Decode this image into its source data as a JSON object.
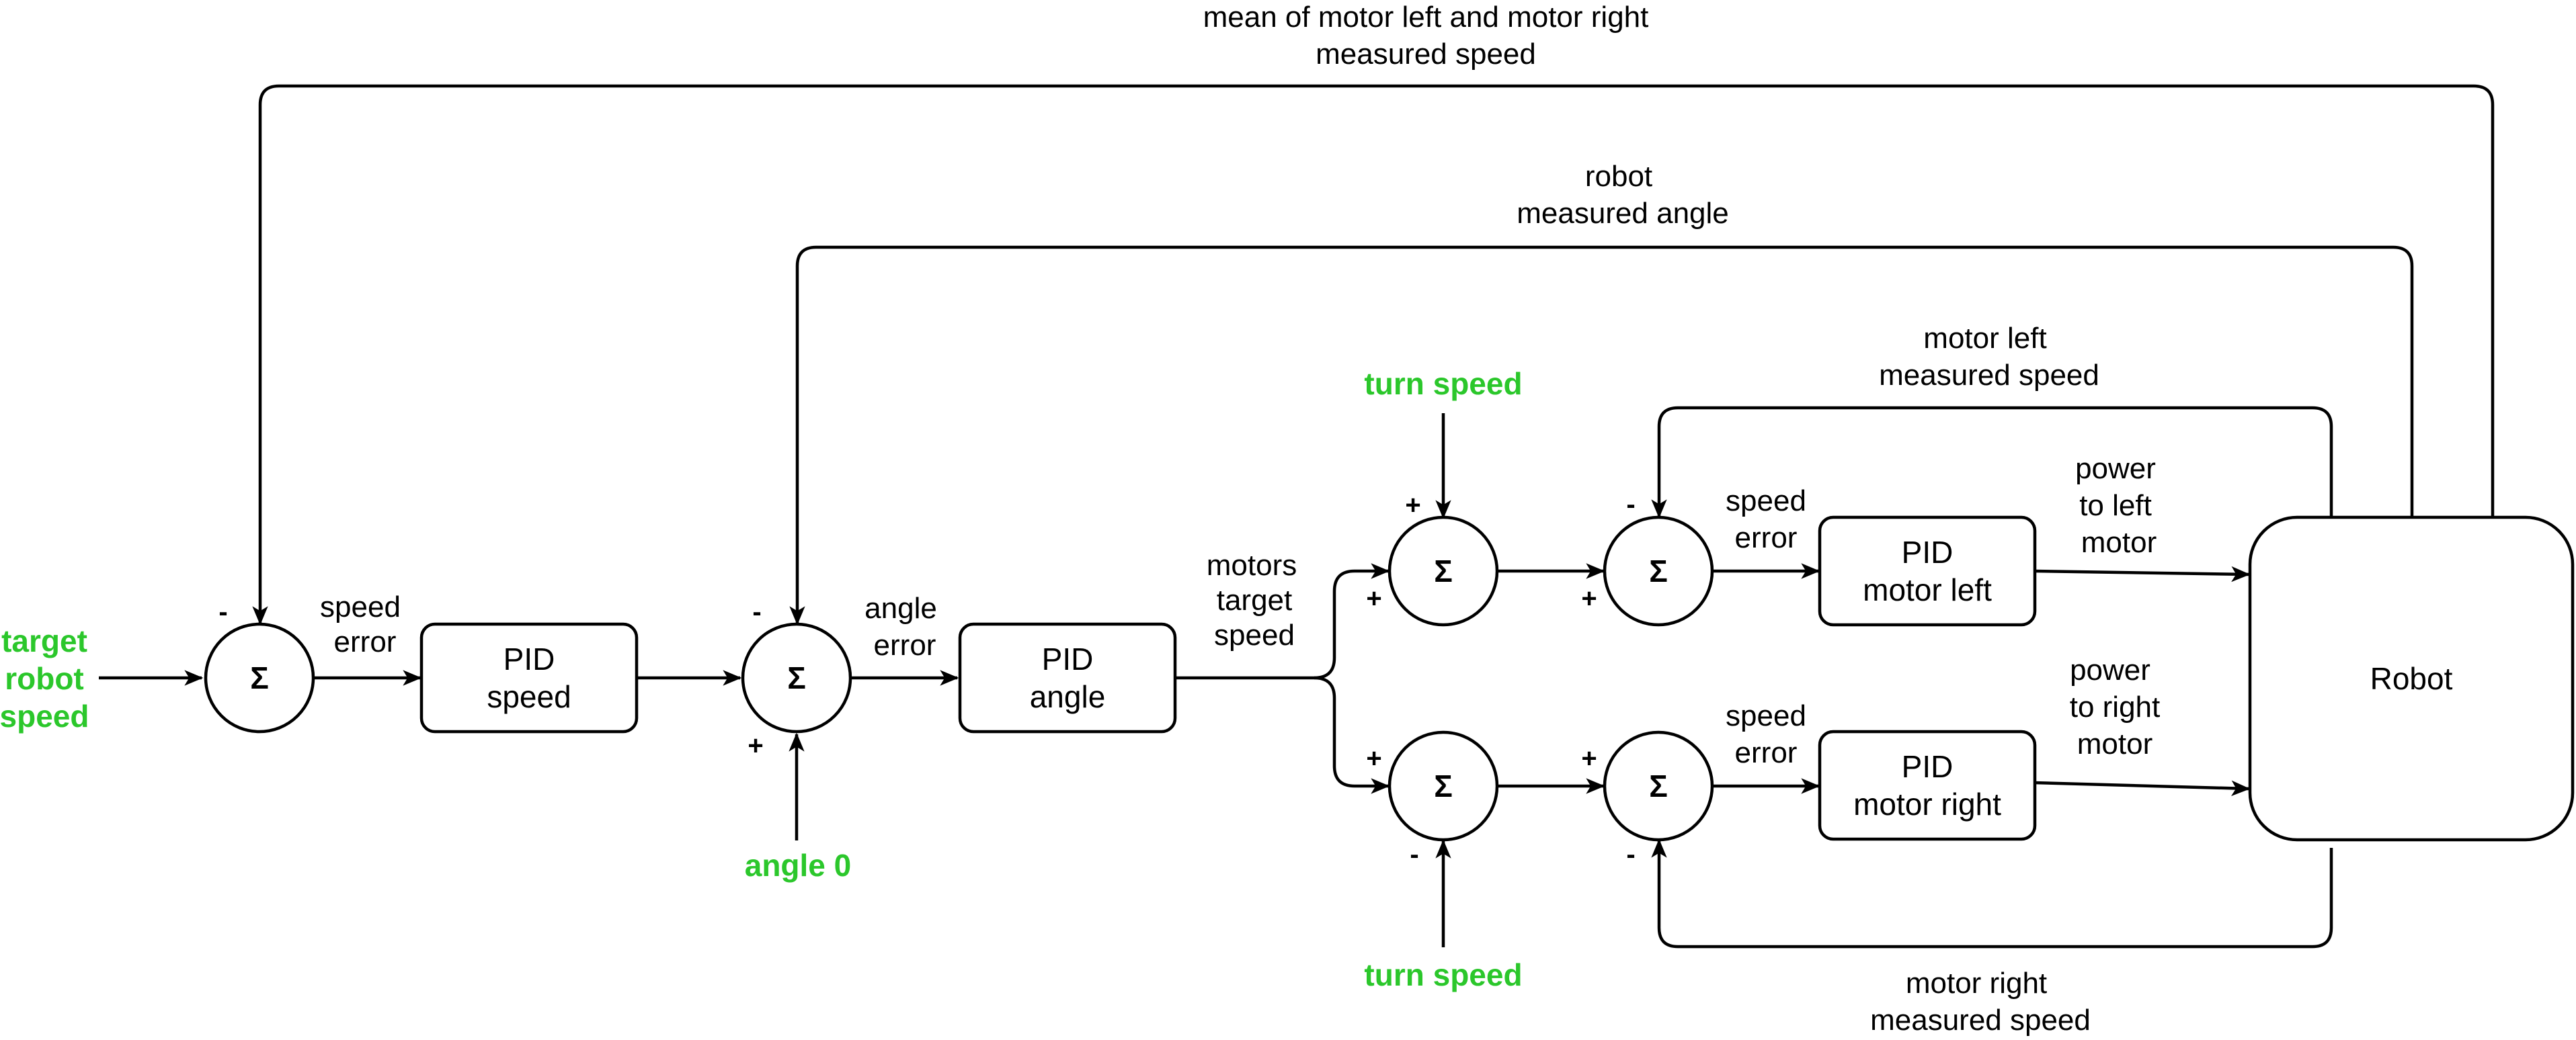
{
  "colors": {
    "input_text": "#2bc72b",
    "line": "#000000",
    "background": "#ffffff"
  },
  "inputs": {
    "target_robot_speed": [
      "target",
      "robot",
      "speed"
    ],
    "angle_0": "angle 0",
    "turn_speed_top": "turn speed",
    "turn_speed_bottom": "turn speed"
  },
  "blocks": {
    "pid_speed": [
      "PID",
      "speed"
    ],
    "pid_angle": [
      "PID",
      "angle"
    ],
    "pid_motor_left": [
      "PID",
      "motor left"
    ],
    "pid_motor_right": [
      "PID",
      "motor right"
    ],
    "robot": "Robot"
  },
  "summing_symbol": "Σ",
  "signals": {
    "speed_error_1": [
      "speed",
      "error"
    ],
    "angle_error": [
      "angle",
      "error"
    ],
    "motors_target_speed": [
      "motors",
      "target",
      "speed"
    ],
    "speed_error_left": [
      "speed",
      "error"
    ],
    "speed_error_right": [
      "speed",
      "error"
    ],
    "power_left": [
      "power",
      "to left",
      "motor"
    ],
    "power_right": [
      "power",
      "to right",
      "motor"
    ]
  },
  "feedback": {
    "mean_speed": [
      "mean of motor left and motor right",
      "measured speed"
    ],
    "robot_angle": [
      "robot",
      "measured angle"
    ],
    "motor_left_speed": [
      "motor left",
      "measured speed"
    ],
    "motor_right_speed": [
      "motor right",
      "measured speed"
    ]
  },
  "signs": {
    "s1_top": "-",
    "s2_top": "-",
    "s2_bottom": "+",
    "s3_top": "+",
    "s3_left": "+",
    "s4_top": "-",
    "s4_left": "+",
    "s5_top": "+",
    "s5_bottom": "-",
    "s6_top": "+",
    "s6_bottom": "-"
  }
}
